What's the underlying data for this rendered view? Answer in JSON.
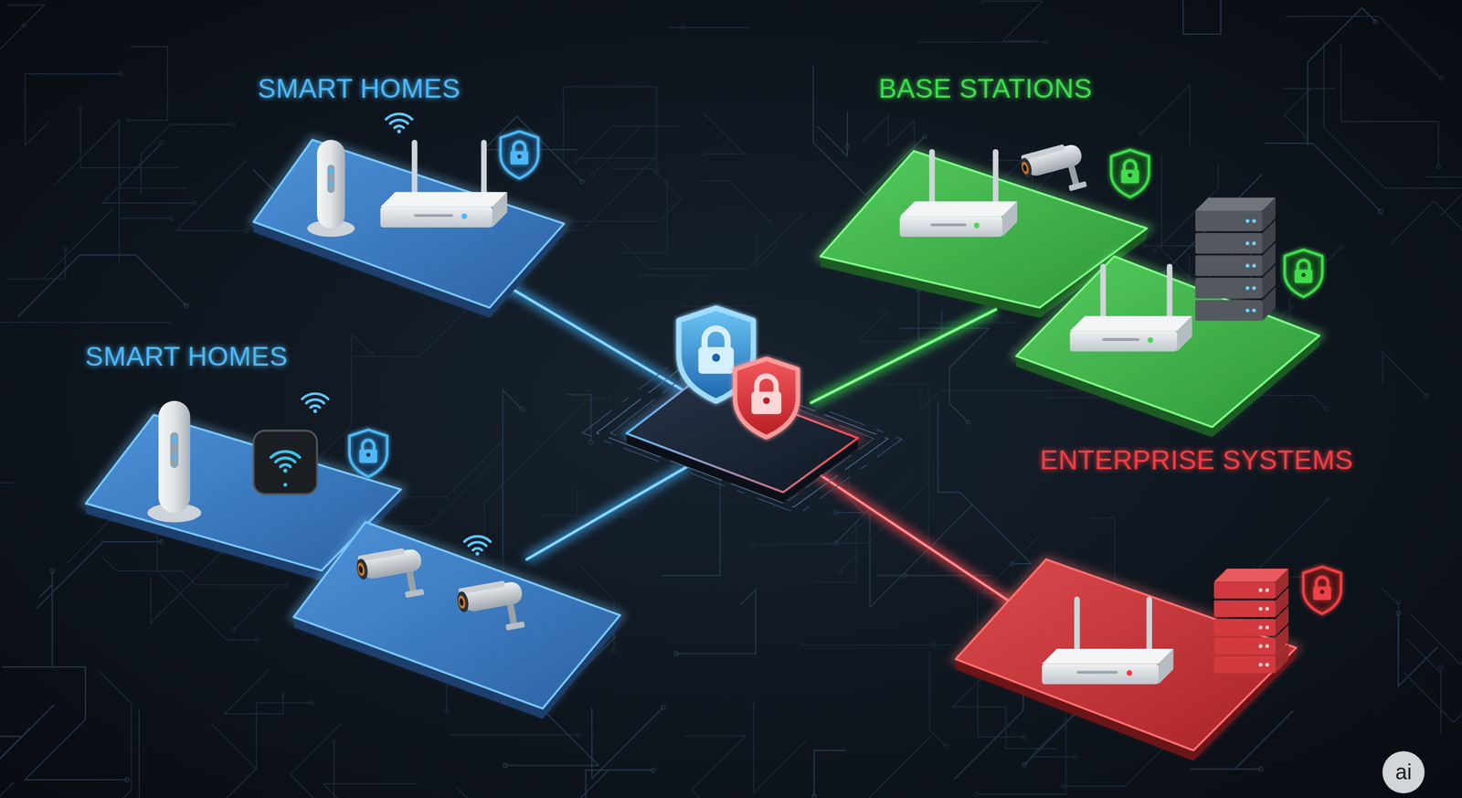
{
  "diagram": {
    "nodes": [
      {
        "text": [
          "SMART HOMES"
        ]
      },
      {
        "text": [
          "BASE STATIONS"
        ]
      },
      {
        "text": [
          "SMART HOMES"
        ]
      },
      {
        "text": [
          "ENTERPRISE SYSTEMS"
        ]
      }
    ],
    "labels": [
      "ai"
    ]
  }
}
